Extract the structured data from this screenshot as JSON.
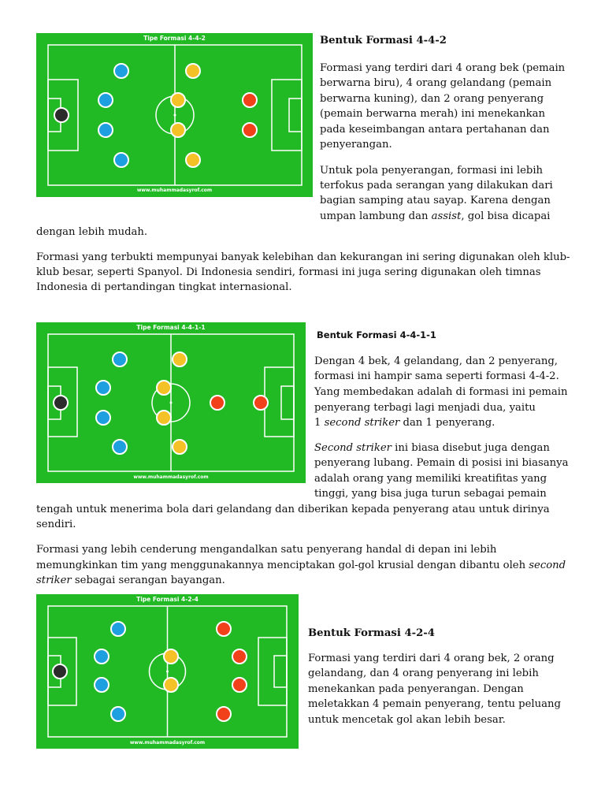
{
  "diagrams": [
    {
      "title": "Tipe Formasi 4-4-2",
      "footer": "www.muhammadasyrof.com",
      "players": [
        {
          "role": "goalkeeper",
          "color": "#2b2b2b"
        },
        {
          "role": "defender",
          "color": "#1e9fe0"
        },
        {
          "role": "defender",
          "color": "#1e9fe0"
        },
        {
          "role": "defender",
          "color": "#1e9fe0"
        },
        {
          "role": "defender",
          "color": "#1e9fe0"
        },
        {
          "role": "midfielder",
          "color": "#f4c227"
        },
        {
          "role": "midfielder",
          "color": "#f4c227"
        },
        {
          "role": "midfielder",
          "color": "#f4c227"
        },
        {
          "role": "midfielder",
          "color": "#f4c227"
        },
        {
          "role": "striker",
          "color": "#f1411b"
        },
        {
          "role": "striker",
          "color": "#f1411b"
        }
      ]
    },
    {
      "title": "Tipe Formasi 4-4-1-1",
      "footer": "www.muhammadasyrof.com",
      "players": [
        {
          "role": "goalkeeper",
          "color": "#2b2b2b"
        },
        {
          "role": "defender",
          "color": "#1e9fe0"
        },
        {
          "role": "defender",
          "color": "#1e9fe0"
        },
        {
          "role": "defender",
          "color": "#1e9fe0"
        },
        {
          "role": "defender",
          "color": "#1e9fe0"
        },
        {
          "role": "midfielder",
          "color": "#f4c227"
        },
        {
          "role": "midfielder",
          "color": "#f4c227"
        },
        {
          "role": "midfielder",
          "color": "#f4c227"
        },
        {
          "role": "midfielder",
          "color": "#f4c227"
        },
        {
          "role": "second-striker",
          "color": "#f1411b"
        },
        {
          "role": "striker",
          "color": "#f1411b"
        }
      ]
    },
    {
      "title": "Tipe Formasi 4-2-4",
      "footer": "www.muhammadasyrof.com",
      "players": [
        {
          "role": "goalkeeper",
          "color": "#2b2b2b"
        },
        {
          "role": "defender",
          "color": "#1e9fe0"
        },
        {
          "role": "defender",
          "color": "#1e9fe0"
        },
        {
          "role": "defender",
          "color": "#1e9fe0"
        },
        {
          "role": "defender",
          "color": "#1e9fe0"
        },
        {
          "role": "midfielder",
          "color": "#f4c227"
        },
        {
          "role": "midfielder",
          "color": "#f4c227"
        },
        {
          "role": "striker",
          "color": "#f1411b"
        },
        {
          "role": "striker",
          "color": "#f1411b"
        },
        {
          "role": "striker",
          "color": "#f1411b"
        },
        {
          "role": "striker",
          "color": "#f1411b"
        }
      ]
    }
  ],
  "s1": {
    "heading": "Bentuk Formasi 4-4-2",
    "l1": "Formasi yang terdiri dari 4 orang bek (pemain",
    "l2": "berwarna biru), 4 orang gelandang (pemain",
    "l3": "berwarna kuning), dan 2 orang penyerang",
    "l4": "(pemain berwarna merah) ini menekankan",
    "l5": "pada keseimbangan antara pertahanan dan",
    "l6": "penyerangan.",
    "m1": "Untuk pola penyerangan, formasi ini lebih",
    "m2": "terfokus pada serangan yang dilakukan dari",
    "m3": "bagian samping atau sayap. Karena dengan",
    "m4a": "umpan lambung dan ",
    "m4b": "assist",
    "m4c": ", gol bisa dicapai",
    "m5": "dengan lebih mudah.",
    "n1": "Formasi yang terbukti mempunyai banyak kelebihan dan kekurangan ini sering digunakan oleh klub-",
    "n2": "klub besar, seperti Spanyol. Di Indonesia sendiri, formasi ini juga sering digunakan oleh timnas",
    "n3": "Indonesia di pertandingan tingkat internasional."
  },
  "s2": {
    "heading": "Bentuk Formasi 4-4-1-1",
    "l1": "Dengan 4 bek, 4 gelandang, dan 2 penyerang,",
    "l2": "formasi ini hampir sama seperti formasi 4-4-2.",
    "l3": "Yang membedakan adalah di formasi ini pemain",
    "l4": "penyerang terbagi lagi menjadi dua, yaitu",
    "l5a": "1 ",
    "l5b": "second striker",
    "l5c": " dan 1 penyerang.",
    "m1a": "Second striker",
    "m1b": " ini biasa disebut juga dengan",
    "m2": "penyerang lubang. Pemain di posisi ini biasanya",
    "m3": "adalah orang yang memiliki kreatifitas yang",
    "m4": "tinggi, yang bisa juga turun sebagai pemain",
    "m5": "tengah untuk menerima bola dari gelandang dan diberikan kepada penyerang atau untuk dirinya",
    "m6": "sendiri.",
    "n1": "Formasi yang lebih cenderung mengandalkan satu penyerang handal di depan ini lebih",
    "n2a": "memungkinkan tim yang menggunakannya menciptakan gol-gol krusial dengan dibantu oleh ",
    "n2b": "second",
    "n3a": "striker",
    "n3b": " sebagai serangan bayangan."
  },
  "s3": {
    "heading": "Bentuk Formasi 4-2-4",
    "l1": "Formasi yang terdiri dari 4 orang bek, 2 orang",
    "l2": "gelandang, dan 4 orang penyerang ini lebih",
    "l3": "menekankan pada penyerangan. Dengan",
    "l4": "meletakkan 4 pemain penyerang, tentu peluang",
    "l5": "untuk mencetak gol akan lebih besar."
  }
}
